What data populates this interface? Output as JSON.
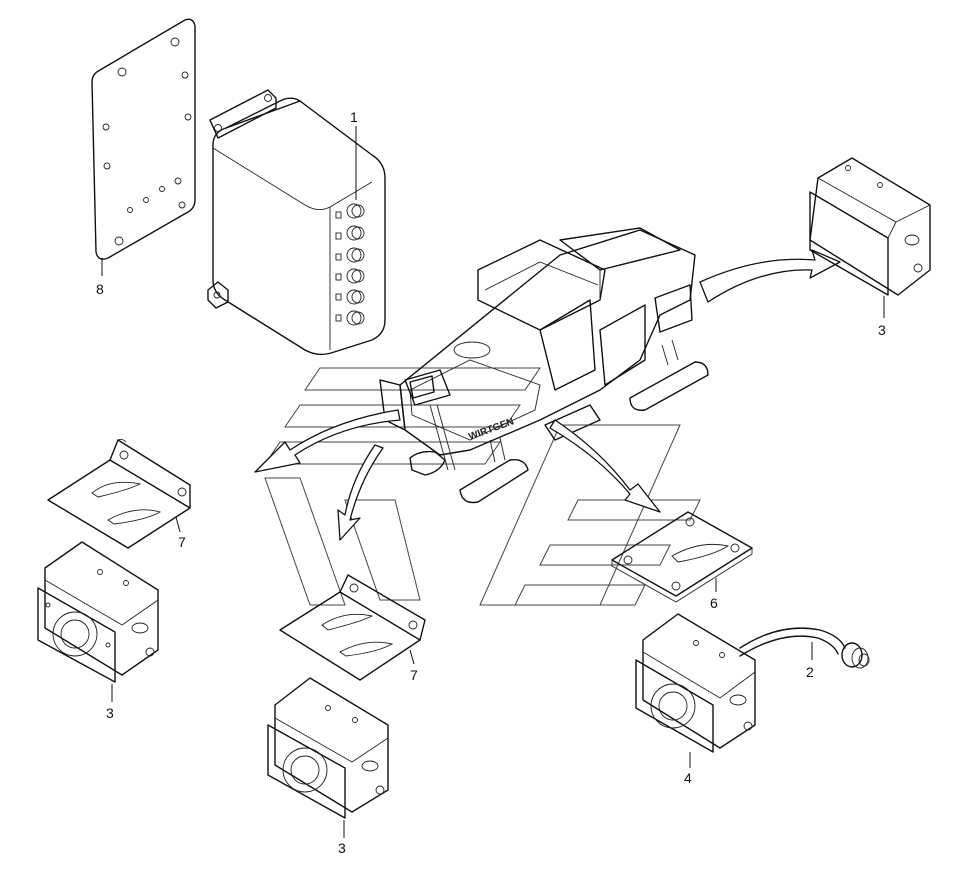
{
  "callouts": {
    "control_box": "1",
    "cable": "2",
    "camera_top_right": "3",
    "camera_left": "3",
    "camera_middle": "3",
    "camera_cabled": "4",
    "plate_flat": "6",
    "bracket_left": "7",
    "bracket_middle": "7",
    "cover_plate": "8"
  },
  "machine_branding": "WIRTGEN"
}
